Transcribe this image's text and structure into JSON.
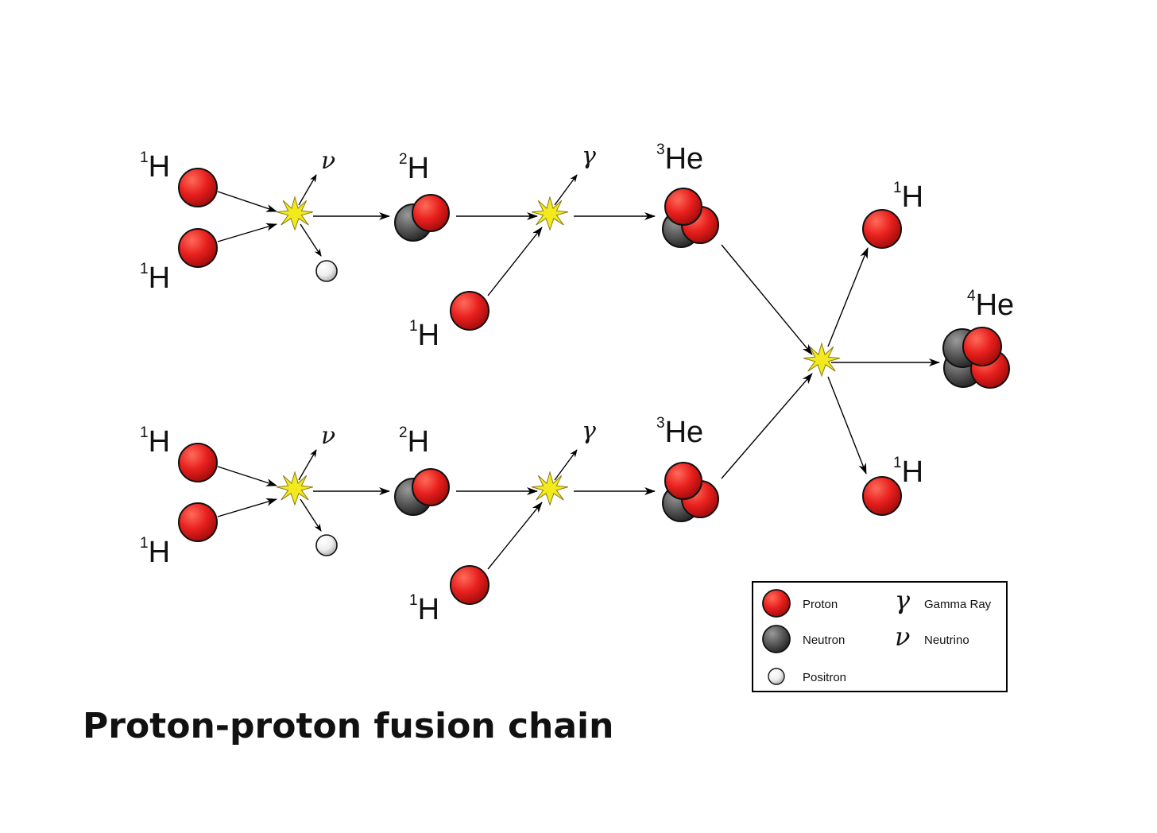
{
  "title": "Proton-proton fusion chain",
  "labels": {
    "h_symbol": "H",
    "he_symbol": "He",
    "mass_1": "1",
    "mass_2": "2",
    "mass_3": "3",
    "mass_4": "4",
    "neutrino_symbol": "ν",
    "gamma_symbol": "γ"
  },
  "legend": {
    "proton": "Proton",
    "neutron": "Neutron",
    "positron": "Positron",
    "gamma_ray": "Gamma Ray",
    "neutrino": "Neutrino",
    "gamma_symbol": "γ",
    "neutrino_symbol": "ν"
  },
  "colors": {
    "proton": "#e8201e",
    "neutron": "#555555",
    "positron": "#eeeeee",
    "flash": "#f2ea1e"
  }
}
